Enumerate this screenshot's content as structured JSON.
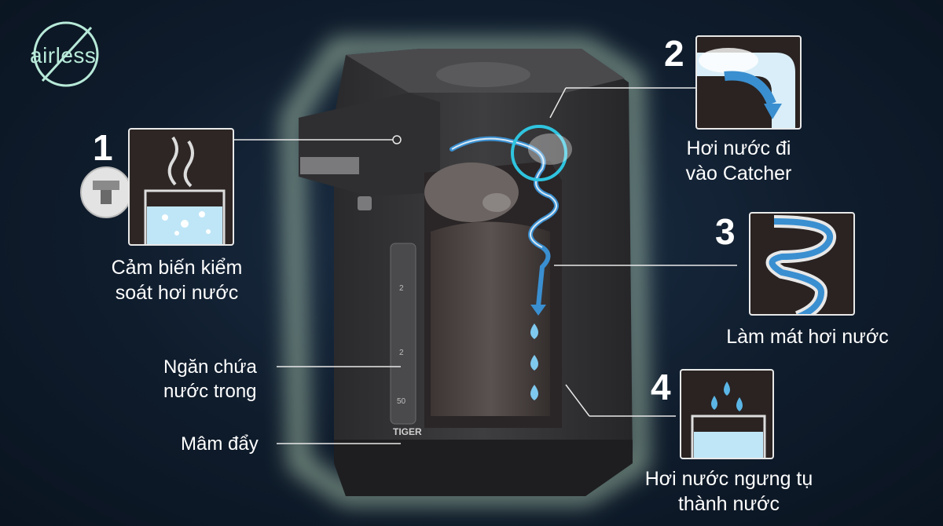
{
  "logo": {
    "text": "airless",
    "color": "#b7e9d8"
  },
  "product": {
    "brand": "TIGER",
    "scale_marks": [
      "2",
      "2",
      "50"
    ]
  },
  "steps": [
    {
      "number": "1",
      "caption_lines": [
        "Cảm biến kiểm",
        "soát hơi nước"
      ]
    },
    {
      "number": "2",
      "caption_lines": [
        "Hơi nước đi",
        "vào Catcher"
      ]
    },
    {
      "number": "3",
      "caption_lines": [
        "Làm mát hơi nước"
      ]
    },
    {
      "number": "4",
      "caption_lines": [
        "Hơi nước ngưng tụ",
        "thành nước"
      ]
    }
  ],
  "callouts": {
    "inner_pot": [
      "Ngăn chứa",
      "nước trong"
    ],
    "push_plate": "Mâm đẩy"
  },
  "colors": {
    "glow": "#cfeecb",
    "steam_blue": "#3a8fd0",
    "accent_cyan": "#2fc4df",
    "body": "#3b3b3d"
  }
}
